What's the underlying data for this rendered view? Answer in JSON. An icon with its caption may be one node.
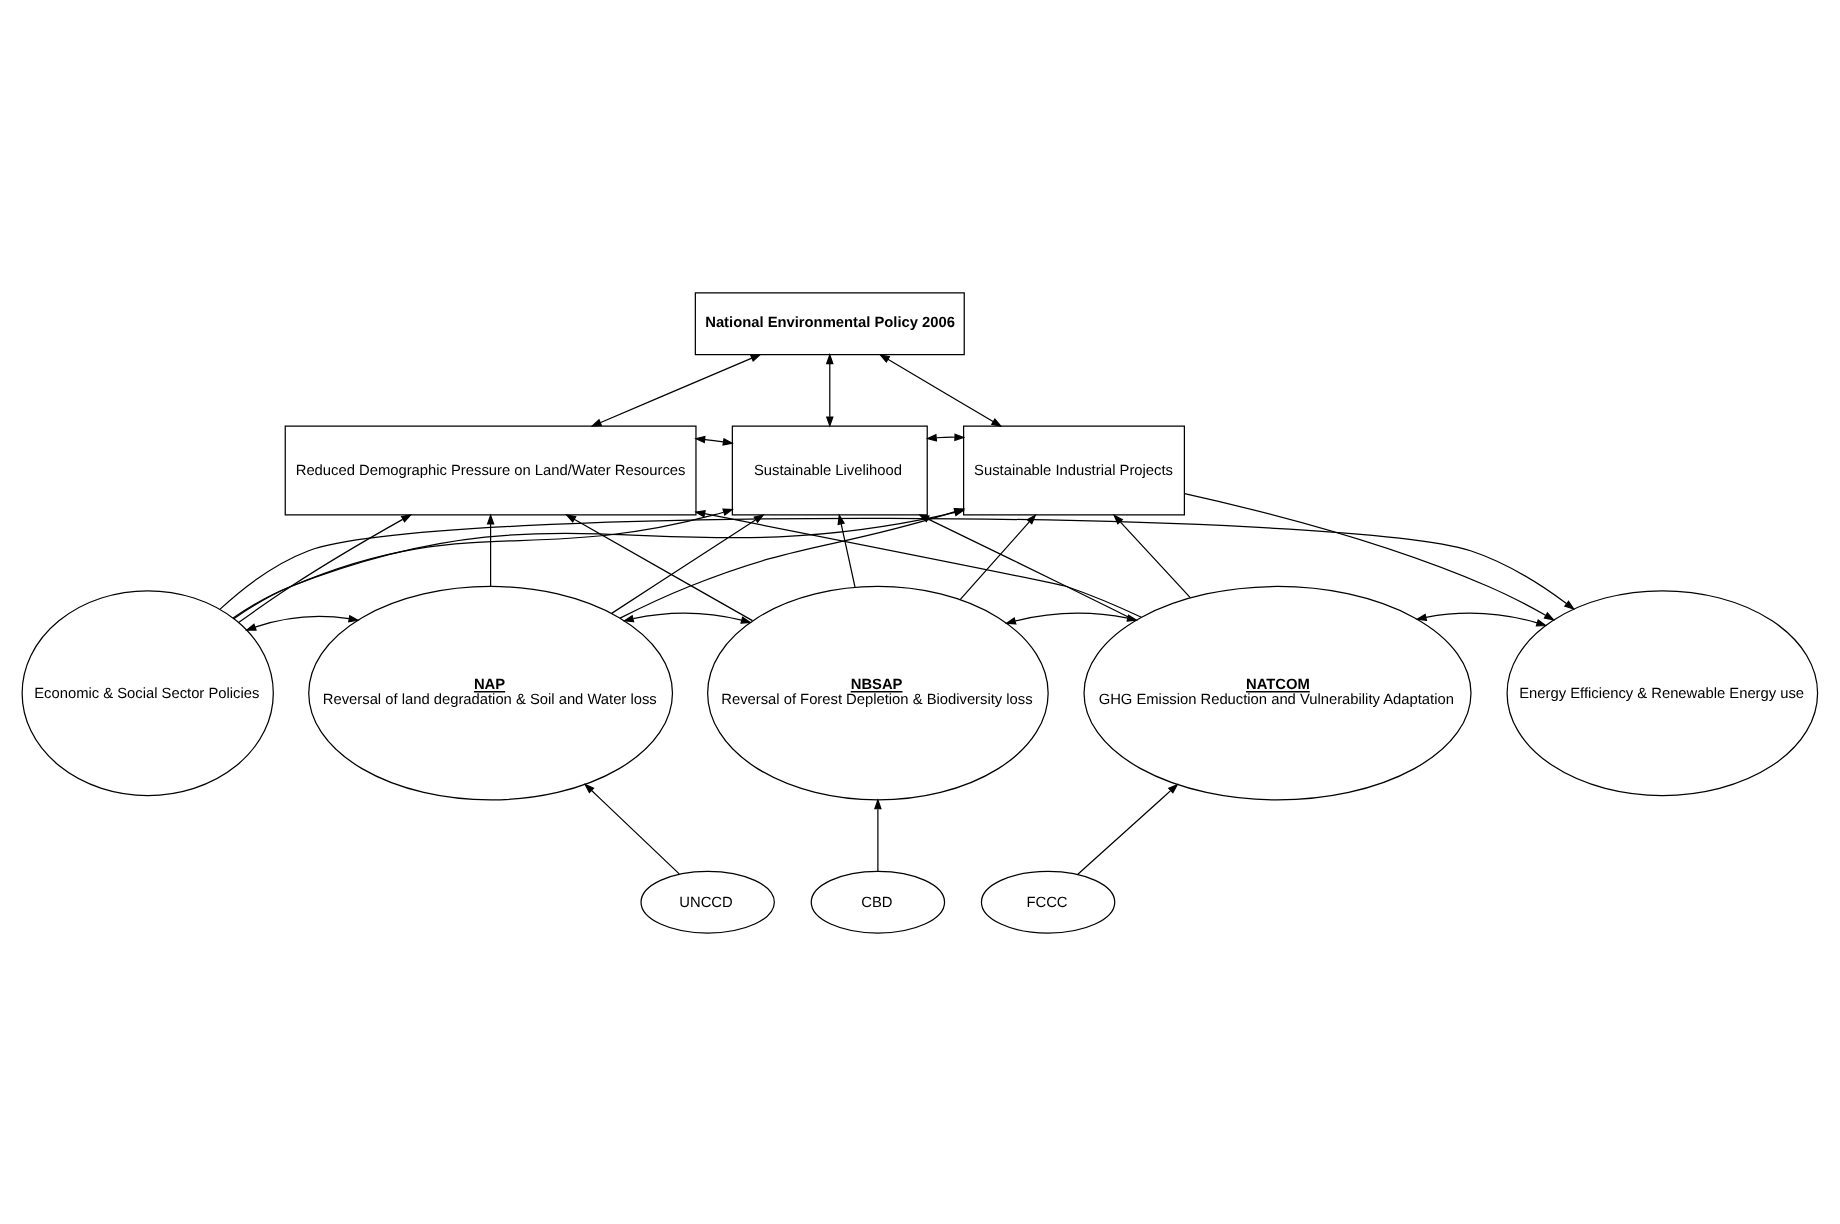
{
  "diagram": {
    "nodes": [
      {
        "text": [
          "National Environmental Policy 2006"
        ]
      },
      {
        "text": [
          "Reduced Demographic Pressure on Land/Water Resources"
        ]
      },
      {
        "text": [
          "Sustainable Livelihood"
        ]
      },
      {
        "text": [
          "Sustainable Industrial Projects"
        ]
      },
      {
        "text": [
          "Economic & Social Sector Policies"
        ]
      },
      {
        "text": [
          "NAP",
          "Reversal of land degradation & Soil and Water loss"
        ]
      },
      {
        "text": [
          "NBSAP",
          "Reversal of Forest Depletion & Biodiversity loss"
        ]
      },
      {
        "text": [
          "NATCOM",
          "GHG Emission Reduction and Vulnerability Adaptation"
        ]
      },
      {
        "text": [
          "Energy Efficiency & Renewable Energy use"
        ]
      },
      {
        "text": [
          "UNCCD"
        ]
      },
      {
        "text": [
          "CBD"
        ]
      },
      {
        "text": [
          "FCCC"
        ]
      }
    ],
    "edges": [
      {
        "from": 0,
        "to": 1,
        "arrow": "both"
      },
      {
        "from": 0,
        "to": 2,
        "arrow": "both"
      },
      {
        "from": 0,
        "to": 3,
        "arrow": "both"
      },
      {
        "from": 1,
        "to": 2,
        "arrow": "both"
      },
      {
        "from": 2,
        "to": 3,
        "arrow": "both"
      },
      {
        "from": 4,
        "to": 1,
        "arrow": "to"
      },
      {
        "from": 4,
        "to": 2,
        "arrow": "to"
      },
      {
        "from": 4,
        "to": 3,
        "arrow": "to"
      },
      {
        "from": 5,
        "to": 1,
        "arrow": "to"
      },
      {
        "from": 5,
        "to": 2,
        "arrow": "to"
      },
      {
        "from": 5,
        "to": 3,
        "arrow": "to"
      },
      {
        "from": 6,
        "to": 1,
        "arrow": "to"
      },
      {
        "from": 6,
        "to": 2,
        "arrow": "to"
      },
      {
        "from": 6,
        "to": 3,
        "arrow": "to"
      },
      {
        "from": 7,
        "to": 1,
        "arrow": "to"
      },
      {
        "from": 7,
        "to": 2,
        "arrow": "to"
      },
      {
        "from": 7,
        "to": 3,
        "arrow": "to"
      },
      {
        "from": 3,
        "to": 8,
        "arrow": "to"
      },
      {
        "from": 4,
        "to": 5,
        "arrow": "both"
      },
      {
        "from": 5,
        "to": 6,
        "arrow": "both"
      },
      {
        "from": 6,
        "to": 7,
        "arrow": "both"
      },
      {
        "from": 7,
        "to": 8,
        "arrow": "both"
      },
      {
        "from": 9,
        "to": 5,
        "arrow": "to"
      },
      {
        "from": 10,
        "to": 6,
        "arrow": "to"
      },
      {
        "from": 11,
        "to": 7,
        "arrow": "to"
      },
      {
        "from": 4,
        "to": 8,
        "arrow": "to"
      }
    ]
  }
}
